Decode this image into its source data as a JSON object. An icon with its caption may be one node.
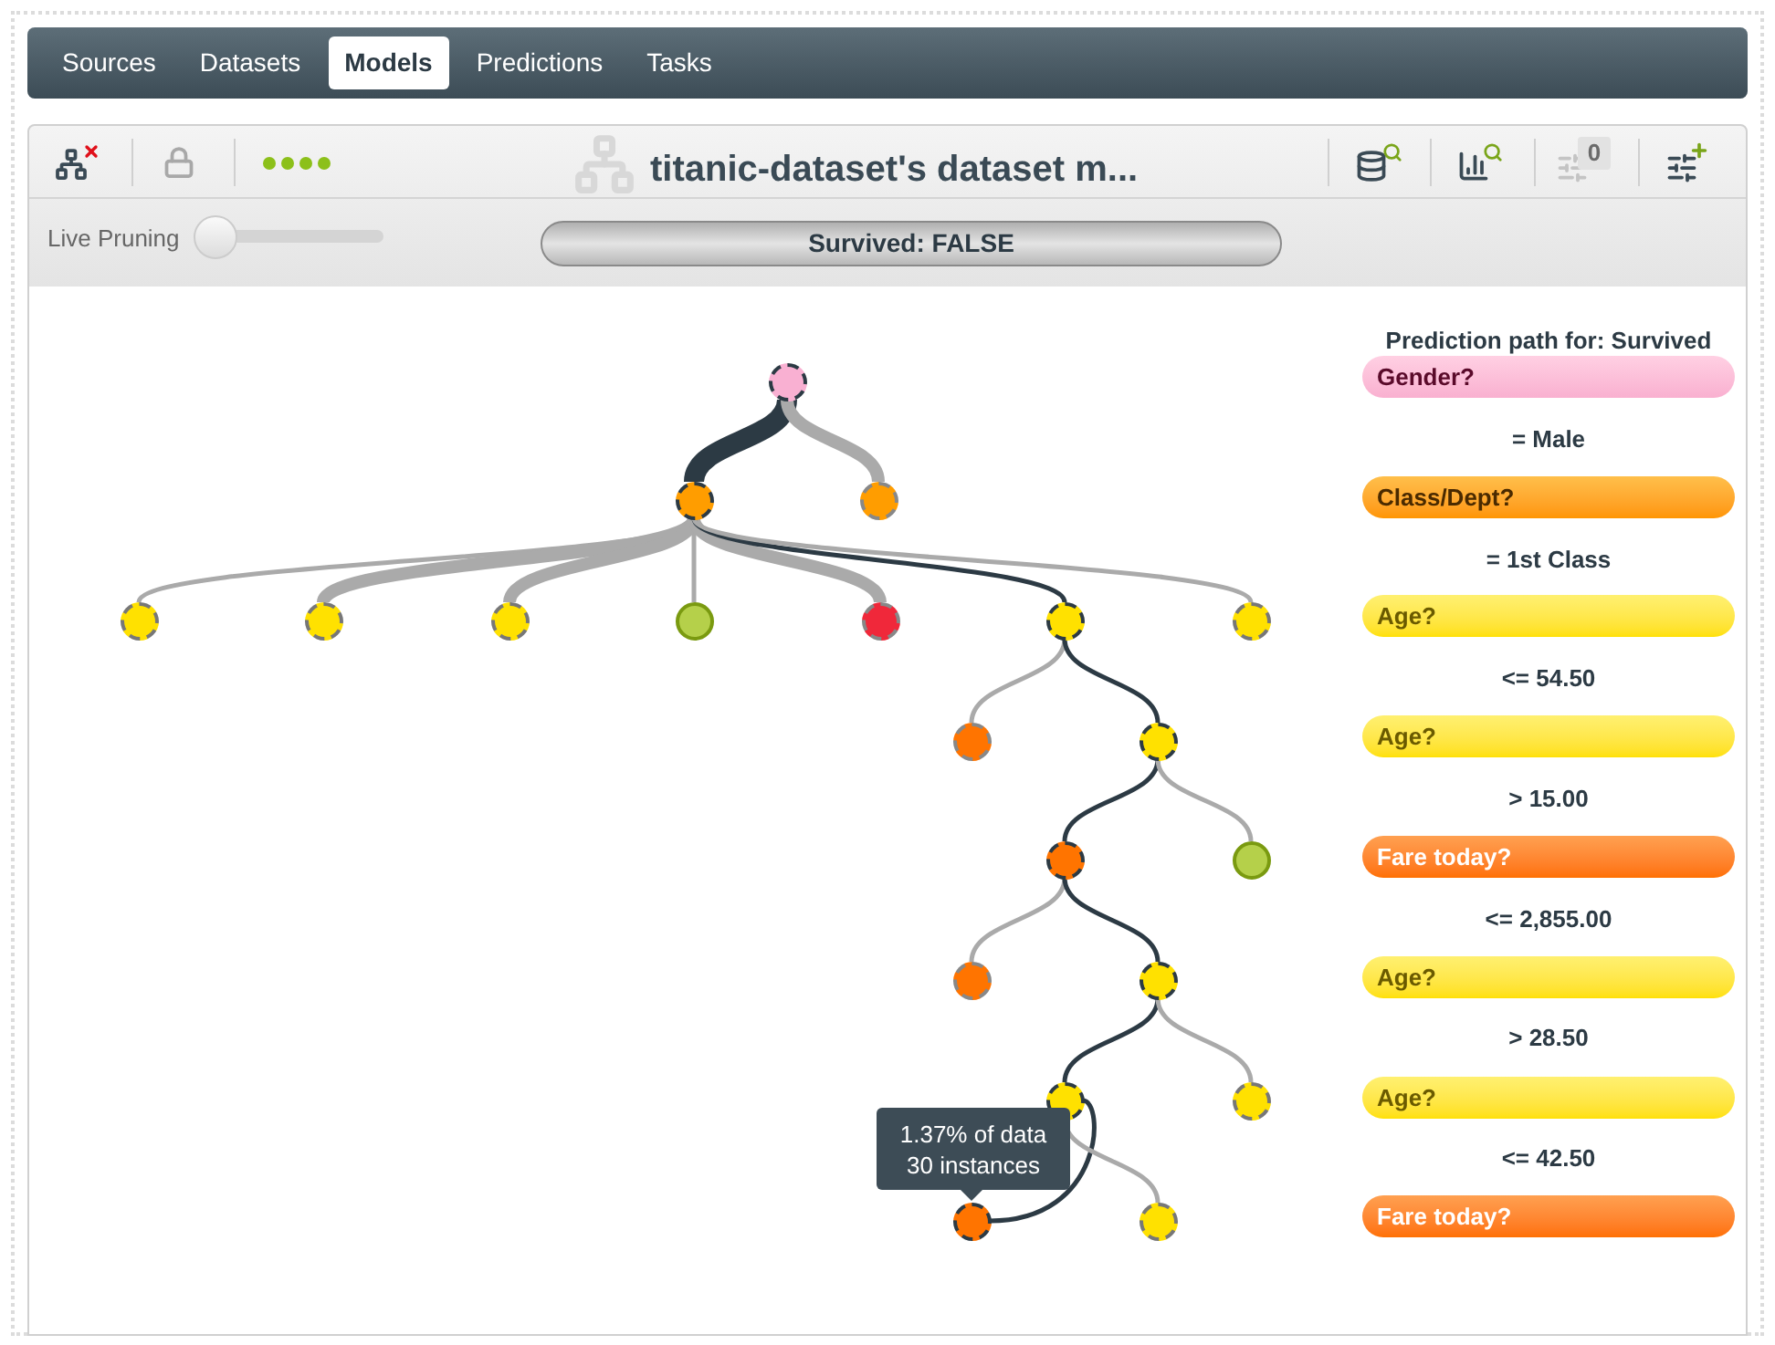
{
  "diagram": {
    "nodes": [
      {
        "text": [],
        "shape": "circle"
      },
      {
        "text": [],
        "shape": "circle"
      },
      {
        "text": [],
        "shape": "circle"
      },
      {
        "text": [],
        "shape": "circle"
      },
      {
        "text": [],
        "shape": "circle"
      },
      {
        "text": [],
        "shape": "circle"
      },
      {
        "text": [],
        "shape": "circle"
      },
      {
        "text": [],
        "shape": "circle"
      },
      {
        "text": [],
        "shape": "circle"
      },
      {
        "text": [],
        "shape": "circle"
      },
      {
        "text": [],
        "shape": "circle"
      },
      {
        "text": [],
        "shape": "circle"
      },
      {
        "text": [],
        "shape": "circle"
      },
      {
        "text": [],
        "shape": "circle"
      },
      {
        "text": [],
        "shape": "circle"
      },
      {
        "text": [],
        "shape": "circle"
      },
      {
        "text": [],
        "shape": "circle"
      },
      {
        "text": [],
        "shape": "circle"
      },
      {
        "text": [],
        "shape": "circle"
      },
      {
        "text": [],
        "shape": "circle"
      },
      {
        "text": [
          "Gender?"
        ]
      },
      {
        "text": [
          "Class/Dept?"
        ]
      },
      {
        "text": [
          "Age?"
        ]
      },
      {
        "text": [
          "Age?"
        ]
      },
      {
        "text": [
          "Fare today?"
        ]
      },
      {
        "text": [
          "Age?"
        ]
      },
      {
        "text": [
          "Age?"
        ]
      },
      {
        "text": [
          "Fare today?"
        ]
      },
      {
        "text": [
          "1.37% of data",
          "30 instances"
        ]
      }
    ],
    "edges": [
      {
        "from": 0,
        "to": 1,
        "arrow": "none",
        "style": "thick",
        "color": "#2c3a44"
      },
      {
        "from": 0,
        "to": 2,
        "arrow": "none",
        "style": "thick"
      },
      {
        "from": 1,
        "to": 3,
        "arrow": "none"
      },
      {
        "from": 1,
        "to": 4,
        "arrow": "none",
        "style": "thick"
      },
      {
        "from": 1,
        "to": 5,
        "arrow": "none",
        "style": "thick"
      },
      {
        "from": 1,
        "to": 6,
        "arrow": "none"
      },
      {
        "from": 1,
        "to": 7,
        "arrow": "none",
        "style": "thick"
      },
      {
        "from": 1,
        "to": 8,
        "arrow": "none",
        "color": "#2c3a44"
      },
      {
        "from": 1,
        "to": 9,
        "arrow": "none"
      },
      {
        "from": 8,
        "to": 10,
        "arrow": "none"
      },
      {
        "from": 8,
        "to": 11,
        "arrow": "none",
        "color": "#2c3a44"
      },
      {
        "from": 11,
        "to": 12,
        "arrow": "none",
        "color": "#2c3a44"
      },
      {
        "from": 11,
        "to": 13,
        "arrow": "none"
      },
      {
        "from": 12,
        "to": 14,
        "arrow": "none"
      },
      {
        "from": 12,
        "to": 15,
        "arrow": "none",
        "color": "#2c3a44"
      },
      {
        "from": 15,
        "to": 16,
        "arrow": "none",
        "color": "#2c3a44"
      },
      {
        "from": 15,
        "to": 17,
        "arrow": "none"
      },
      {
        "from": 16,
        "to": 18,
        "arrow": "none",
        "color": "#2c3a44"
      },
      {
        "from": 16,
        "to": 19,
        "arrow": "none"
      }
    ],
    "labels": [
      "Sources",
      "Datasets",
      "Models",
      "Predictions",
      "Tasks",
      "titanic-dataset's dataset m...",
      "0",
      "Live Pruning",
      "Survived: FALSE",
      "Prediction path for: Survived",
      "= Male",
      "= 1st Class",
      "<= 54.50",
      "> 15.00",
      "<= 2,855.00",
      "> 28.50",
      "<= 42.50"
    ]
  }
}
